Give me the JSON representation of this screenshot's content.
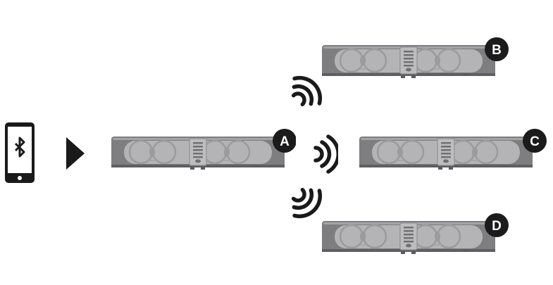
{
  "diagram": {
    "source_device": {
      "icon": "bluetooth-phone-icon"
    },
    "arrow": {
      "icon": "play-arrow-icon"
    },
    "speakers": [
      {
        "label": "A",
        "role": "source"
      },
      {
        "label": "B",
        "role": "receiver"
      },
      {
        "label": "C",
        "role": "receiver"
      },
      {
        "label": "D",
        "role": "receiver"
      }
    ],
    "signals": [
      {
        "icon": "wireless-signal-icon",
        "direction": "up-right"
      },
      {
        "icon": "wireless-signal-icon",
        "direction": "right"
      },
      {
        "icon": "wireless-signal-icon",
        "direction": "down-right"
      }
    ],
    "colors": {
      "speaker_body": "#7e7e80",
      "speaker_face": "#b4b4b6",
      "badge": "#1b1b1b",
      "icon": "#1a1a1a"
    }
  }
}
